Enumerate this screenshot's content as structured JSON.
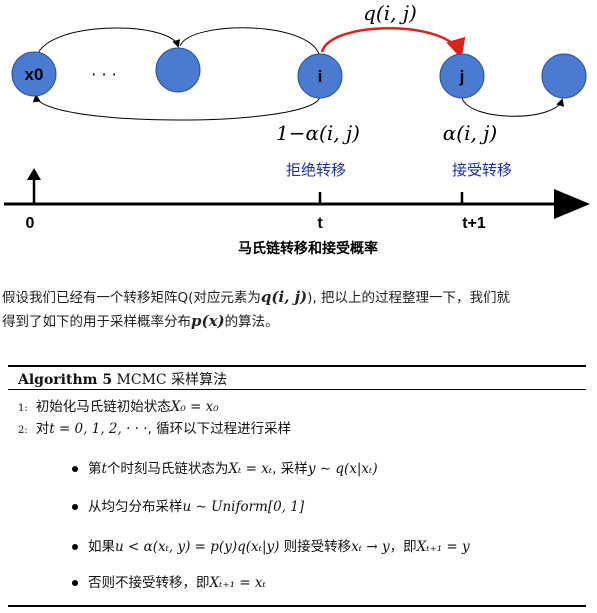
{
  "diagram": {
    "nodes": [
      {
        "id": "x0",
        "label": "x0"
      },
      {
        "id": "mid",
        "label": ""
      },
      {
        "id": "i",
        "label": "i"
      },
      {
        "id": "j",
        "label": "j"
      },
      {
        "id": "after",
        "label": ""
      }
    ],
    "ellipsis": "· · ·",
    "q_label": "q(i, j)",
    "reject_prob": "1−α(i, j)",
    "accept_prob": "α(i, j)",
    "reject_text": "拒绝转移",
    "accept_text": "接受转移",
    "timeline": {
      "t0": "0",
      "t": "t",
      "t1": "t+1"
    },
    "caption": "马氏链转移和接受概率",
    "colors": {
      "node": "#4a7bd0",
      "red_arrow": "#e0201c",
      "blue_text": "#1b2fa6"
    }
  },
  "paragraph": {
    "line1_a": "假设我们已经有一个转移矩阵Q(对应元素为",
    "line1_math": "q(i, j)",
    "line1_b": "), 把以上的过程整理一下，我们就",
    "line2_a": "得到了如下的用于采样概率分布",
    "line2_math": "p(x)",
    "line2_b": "的算法。"
  },
  "algorithm": {
    "title_bold": "Algorithm 5",
    "title_rest": " MCMC 采样算法",
    "steps": [
      {
        "num": "1:",
        "text": "初始化马氏链初始状态",
        "math": "X₀ = x₀"
      },
      {
        "num": "2:",
        "text_a": "对",
        "math": "t = 0, 1, 2, · · ·",
        "text_b": ", 循环以下过程进行采样"
      }
    ],
    "bullets": [
      {
        "a": "第",
        "m1": "t",
        "b": "个时刻马氏链状态为",
        "m2": "Xₜ = xₜ",
        "c": ", 采样",
        "m3": "y ∼ q(x|xₜ)"
      },
      {
        "a": "从均匀分布采样",
        "m1": "u ∼ Uniform[0, 1]"
      },
      {
        "a": "如果",
        "m1": "u < α(xₜ, y) = p(y)q(xₜ|y)",
        "b": " 则接受转移",
        "m2": "xₜ → y",
        "c": "，即",
        "m3": "Xₜ₊₁ = y"
      },
      {
        "a": "否则不接受转移，即",
        "m1": "Xₜ₊₁ = xₜ"
      }
    ]
  }
}
